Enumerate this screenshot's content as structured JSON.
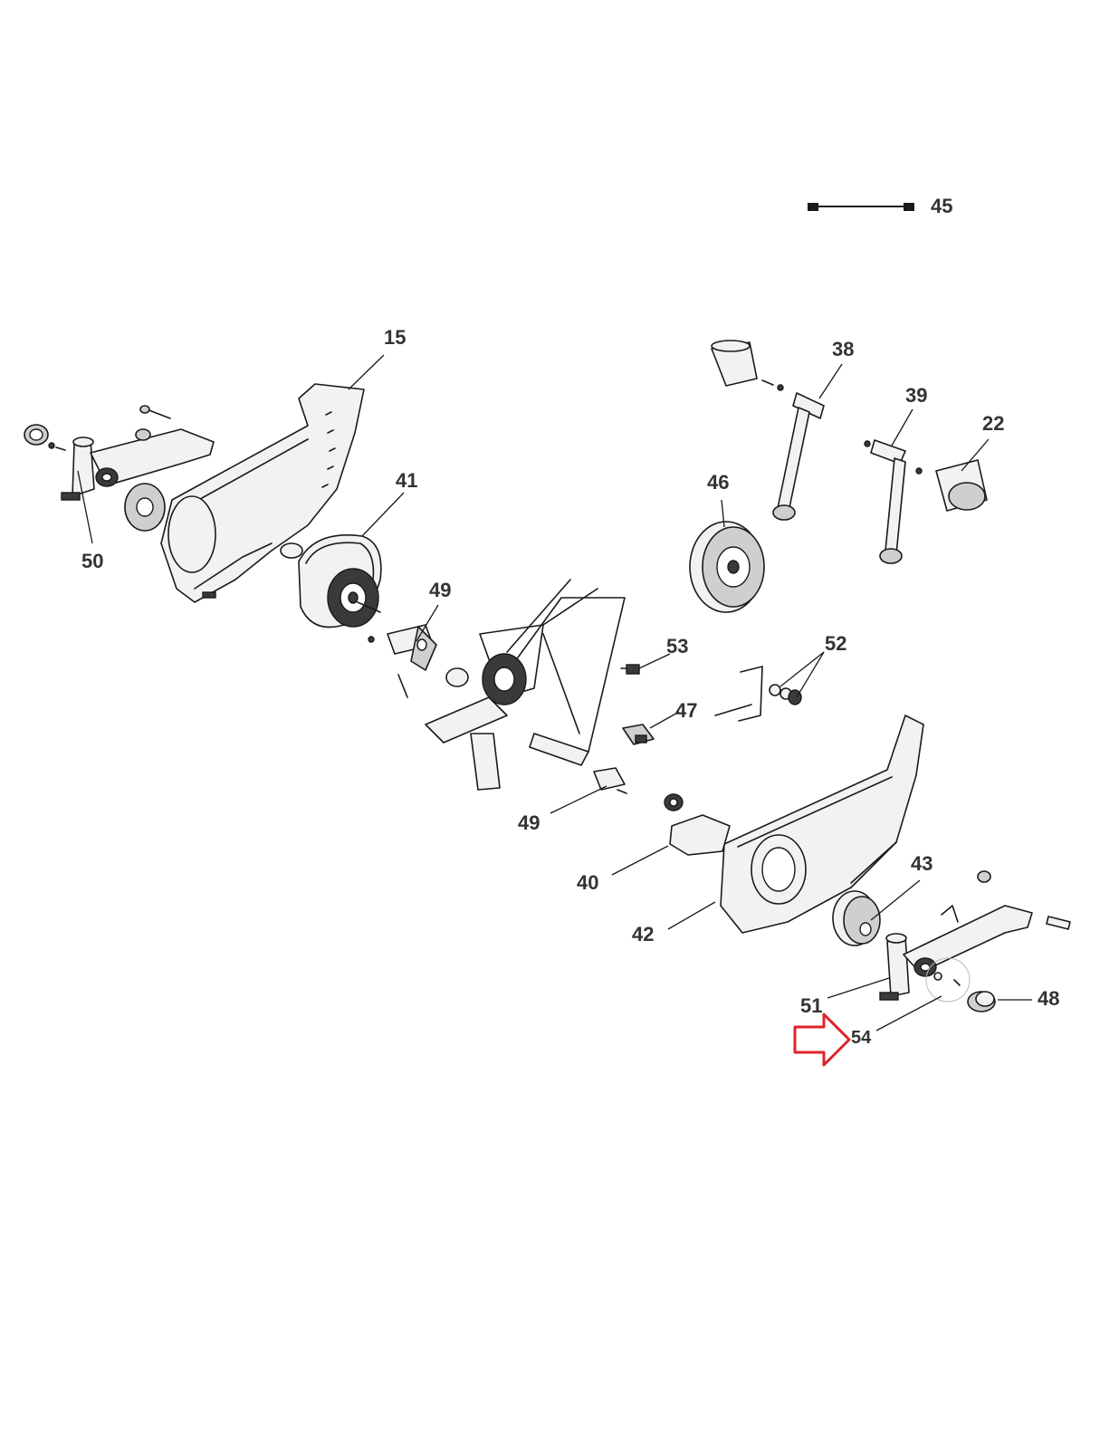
{
  "diagram": {
    "labels": {
      "p45": "45",
      "p15": "15",
      "p38": "38",
      "p39": "39",
      "p22": "22",
      "p46": "46",
      "p41": "41",
      "p50": "50",
      "p49a": "49",
      "p53": "53",
      "p52": "52",
      "p47": "47",
      "p49b": "49",
      "p43": "43",
      "p40": "40",
      "p42": "42",
      "p51": "51",
      "p48": "48",
      "p54": "54"
    },
    "colors": {
      "line": "#1a1a1a",
      "fill_light": "#f2f2f2",
      "fill_mid": "#cfcfcf",
      "fill_dark": "#3a3a3a",
      "highlight_arrow": "#e0222a"
    },
    "highlight_part": "54"
  }
}
